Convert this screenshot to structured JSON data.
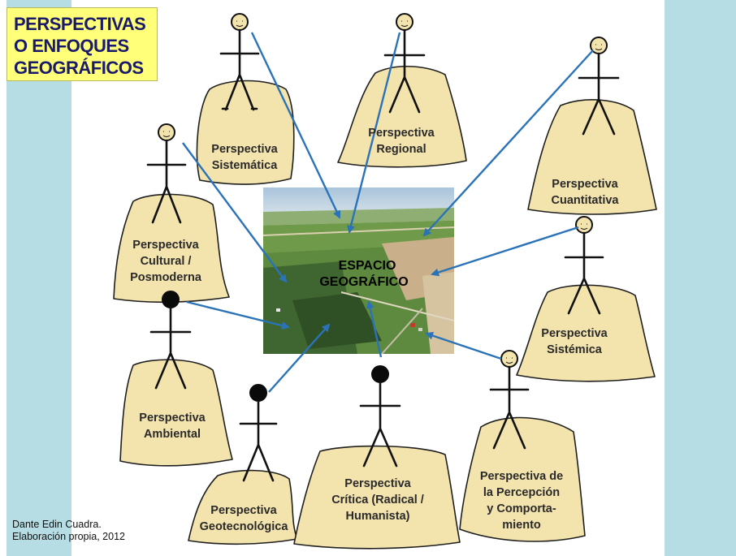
{
  "title": {
    "lines": [
      "PERSPECTIVAS",
      "O ENFOQUES",
      "GEOGRÁFICOS"
    ]
  },
  "center": {
    "lines": [
      "ESPACIO",
      "GEOGRÁFICO"
    ]
  },
  "perspectives": [
    {
      "id": "sistematica",
      "lines": [
        "Perspectiva",
        "Sistemática"
      ]
    },
    {
      "id": "regional",
      "lines": [
        "Perspectiva",
        "Regional"
      ]
    },
    {
      "id": "cuantitativa",
      "lines": [
        "Perspectiva",
        "Cuantitativa"
      ]
    },
    {
      "id": "cultural",
      "lines": [
        "Perspectiva",
        "Cultural /",
        "Posmoderna"
      ]
    },
    {
      "id": "sistemica",
      "lines": [
        "Perspectiva",
        "Sistémica"
      ]
    },
    {
      "id": "ambiental",
      "lines": [
        "Perspectiva",
        "Ambiental"
      ]
    },
    {
      "id": "geotecnologica",
      "lines": [
        "Perspectiva",
        "Geotecnológica"
      ]
    },
    {
      "id": "critica",
      "lines": [
        "Perspectiva",
        "Crítica (Radical /",
        "Humanista)"
      ]
    },
    {
      "id": "percepcion",
      "lines": [
        "Perspectiva de",
        "la Percepción",
        "y Comporta-",
        "miento"
      ]
    }
  ],
  "credit": {
    "lines": [
      "Dante Edin Cuadra.",
      "Elaboración propia, 2012"
    ]
  },
  "colors": {
    "arrow": "#2b73b8",
    "hill": "#f3e3ad",
    "title_bg": "#ffff7a",
    "side_band": "#b7dde4"
  }
}
